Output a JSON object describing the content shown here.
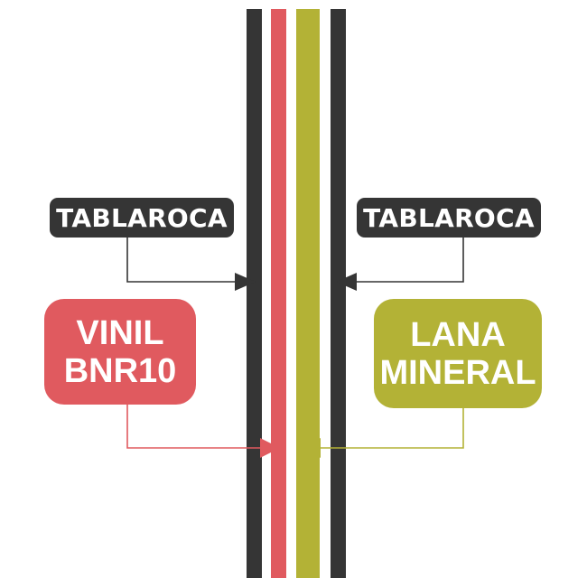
{
  "labels": {
    "tablaroca_left": "TABLAROCA",
    "tablaroca_right": "TABLAROCA",
    "vinil": "VINIL\nBNR10",
    "lana": "LANA\nMINERAL"
  },
  "colors": {
    "dark": "#353535",
    "red": "#e05a5f",
    "olive": "#b3b236",
    "background": "#ffffff"
  }
}
